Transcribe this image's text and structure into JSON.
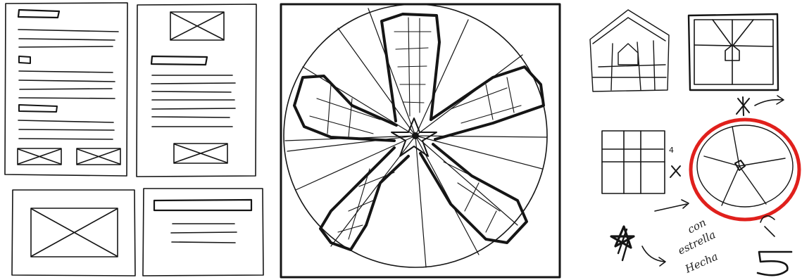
{
  "sketch": {
    "annotation_line1": "con",
    "annotation_line2": "estrella",
    "annotation_line3": "Hecha",
    "count_small": "4",
    "count_large": "5"
  },
  "colors": {
    "ink": "#151515",
    "highlight_circle": "#e0201c",
    "background": "#ffffff"
  }
}
